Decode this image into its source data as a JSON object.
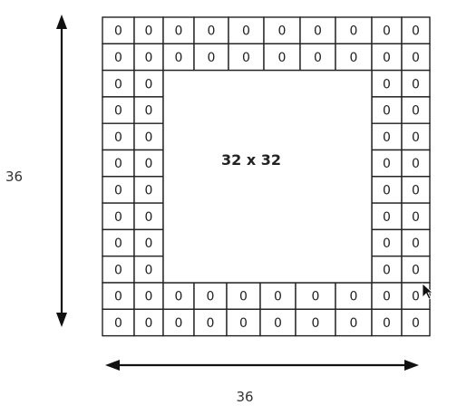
{
  "diagram": {
    "pad_value": "0",
    "center_label": "32 x 32",
    "height_label": "36",
    "width_label": "36",
    "border_rows": {
      "top_row_1": [
        "0",
        "0",
        "0",
        "0",
        "0",
        "0",
        "0",
        "0",
        "0",
        "0"
      ],
      "top_row_2": [
        "0",
        "0",
        "0",
        "0",
        "0",
        "0",
        "0",
        "0",
        "0",
        "0"
      ],
      "bottom_row_1": [
        "0",
        "0",
        "0",
        "0",
        "0",
        "0",
        "0",
        "0",
        "0",
        "0"
      ],
      "bottom_row_2": [
        "0",
        "0",
        "0",
        "0",
        "0",
        "0",
        "0",
        "0",
        "0",
        "0"
      ]
    },
    "side_rows_count_visible": 8,
    "icons": {
      "cursor": "mouse-pointer-icon"
    },
    "colors": {
      "line": "#222222",
      "text": "#1e1e1e",
      "background": "#ffffff"
    }
  }
}
